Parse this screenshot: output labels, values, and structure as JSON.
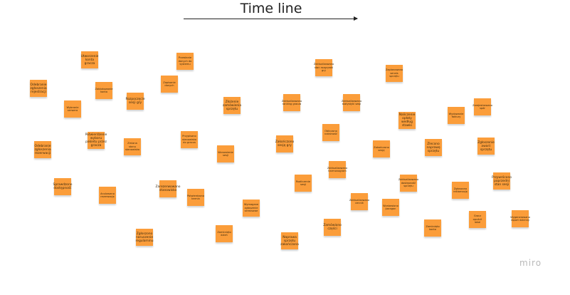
{
  "board": {
    "title": "Time line",
    "watermark": "miro",
    "note_color": "#fb9d3a",
    "notes": [
      {
        "text": "Utworzenie konta gracza"
      },
      {
        "text": "Przesłanie danych do systemu"
      },
      {
        "text": "Odebranie zgłoszenia rejestracji"
      },
      {
        "text": "Zablokowanie konta"
      },
      {
        "text": "Zapisanie danych"
      },
      {
        "text": "Rozpoczęcie sesji gry"
      },
      {
        "text": "Wybranie serwera"
      },
      {
        "text": "Złożenie zamówienia sprzętu"
      },
      {
        "text": "Zaktualizowano ranking gracza"
      },
      {
        "text": "Zaktualizowano statystyki sesji"
      },
      {
        "text": "Zaktualizowano stan rozgrywki gry"
      },
      {
        "text": "Zaplanowano serwis sprzętu"
      },
      {
        "text": "Naliczenie opłaty według stawki"
      },
      {
        "text": "Wydawanie faktury"
      },
      {
        "text": "Zarejestrowano spór"
      },
      {
        "text": "Potwierdzenie wyboru pakietu przez gracza"
      },
      {
        "text": "Zmiana stanu stanowiska"
      },
      {
        "text": "Przypisano stanowisko do gracza"
      },
      {
        "text": "Odebranie zgłoszenia rezerwacji"
      },
      {
        "text": "Wznowienie sesji"
      },
      {
        "text": "Zakończono sesję gry"
      },
      {
        "text": "Obliczono należność"
      },
      {
        "text": "Zakończono sesję"
      },
      {
        "text": "Zlecono naprawę sprzętu"
      },
      {
        "text": "Zgłoszenie awarii sprzętu"
      },
      {
        "text": "Zaktualizowano harmonogram"
      },
      {
        "text": "Rozliczenie sesji"
      },
      {
        "text": "Sprawdzono dostępność"
      },
      {
        "text": "Anulowano rezerwację"
      },
      {
        "text": "Zarezerwowano stanowisko"
      },
      {
        "text": "Potwierdzono termin"
      },
      {
        "text": "Zaktualizowano cennik"
      },
      {
        "text": "Wystawiono paragon"
      },
      {
        "text": "Zaktualizowano dostępność sprzętu"
      },
      {
        "text": "Zgłoszono reklamację"
      },
      {
        "text": "Przywrócono poprzedni stan sesji"
      },
      {
        "text": "Wymagane zgłoszenie serwisowe"
      },
      {
        "text": "Zamknięto dzień"
      },
      {
        "text": "Naprawa sprzętu zakończona"
      },
      {
        "text": "Zamówiono części"
      },
      {
        "text": "Zamknięto konto"
      },
      {
        "text": "Gracz opuścił lokal"
      },
      {
        "text": "Wygenerowano raport dzienny"
      },
      {
        "text": "Zgłoszono naruszenie regulaminu"
      }
    ]
  }
}
